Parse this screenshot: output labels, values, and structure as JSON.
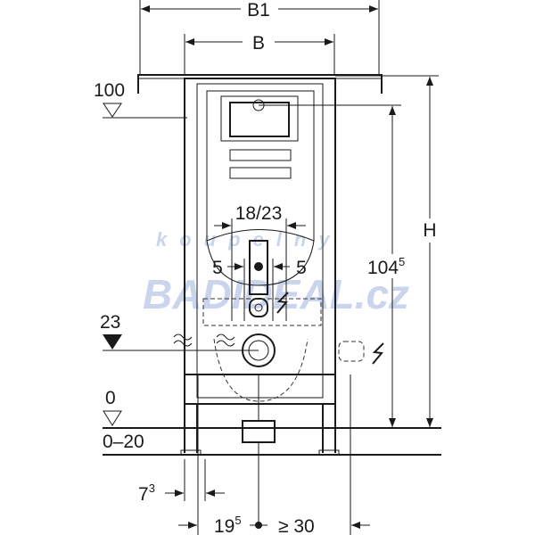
{
  "dimensions": {
    "b1": "B1",
    "b": "B",
    "h": "H",
    "top_level": "100",
    "pipe_spacing": "18/23",
    "offset_left": "5",
    "offset_right": "5",
    "height_main": "104",
    "height_main_sup": "5",
    "drain_level": "23",
    "floor_level": "0",
    "floor_range": "0–20",
    "leg_offset": "7",
    "leg_offset_sup": "3",
    "center_offset": "19",
    "center_offset_sup": "5",
    "min_clearance": "≥ 30"
  },
  "watermark": {
    "line1": "koupelny",
    "line2": "BADIDEAL.cz"
  },
  "colors": {
    "ink": "#1a1a1a",
    "watermark": "#b9c7e8"
  }
}
